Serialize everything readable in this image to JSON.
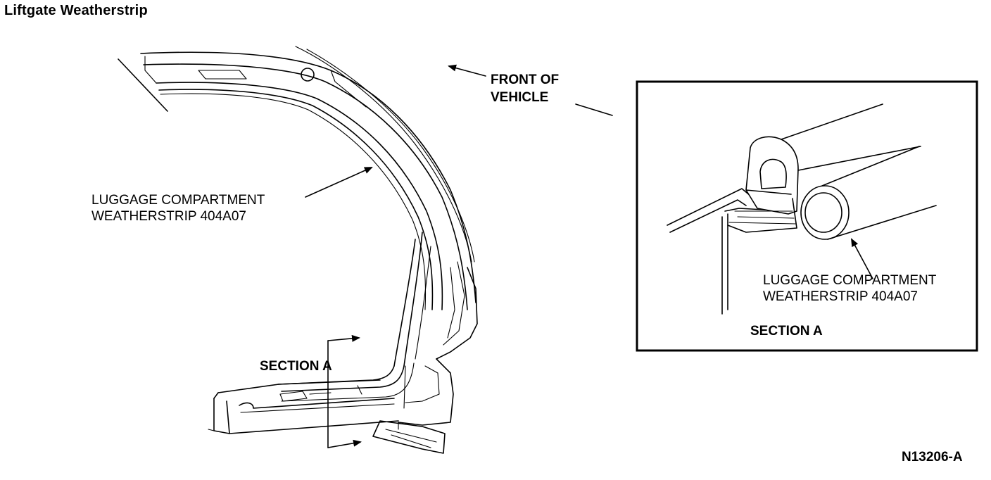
{
  "title": "Liftgate Weatherstrip",
  "labels": {
    "front_line1": "FRONT OF",
    "front_line2": "VEHICLE",
    "weatherstrip_main_line1": "LUGGAGE COMPARTMENT",
    "weatherstrip_main_line2": "WEATHERSTRIP 404A07",
    "section_a_main": "SECTION A",
    "weatherstrip_inset_line1": "LUGGAGE COMPARTMENT",
    "weatherstrip_inset_line2": "WEATHERSTRIP 404A07",
    "section_a_inset": "SECTION A",
    "figure_id": "N13206-A"
  },
  "colors": {
    "ink": "#000000",
    "paper": "#ffffff"
  }
}
